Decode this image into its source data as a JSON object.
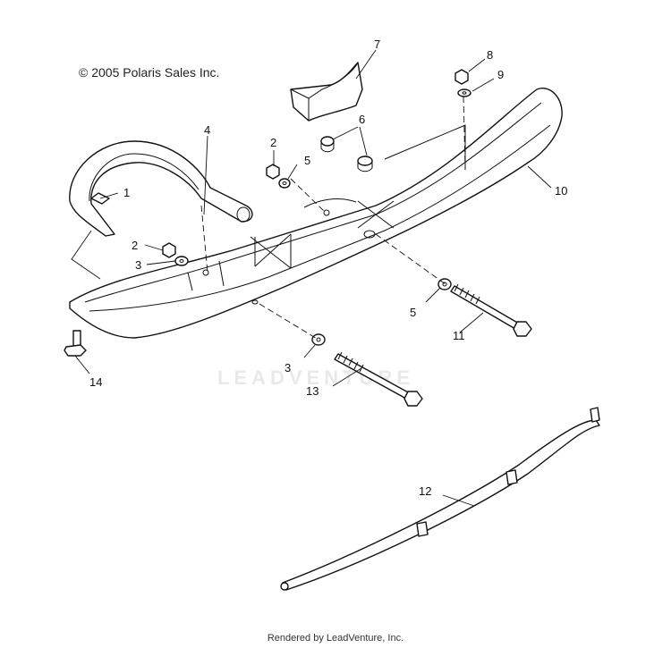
{
  "copyright": "© 2005 Polaris Sales Inc.",
  "watermark": "LEADVENTURE",
  "footer": "Rendered by LeadVenture, Inc.",
  "callouts": [
    {
      "id": "c1",
      "label": "1"
    },
    {
      "id": "c2a",
      "label": "2"
    },
    {
      "id": "c2b",
      "label": "2"
    },
    {
      "id": "c3a",
      "label": "3"
    },
    {
      "id": "c3b",
      "label": "3"
    },
    {
      "id": "c4",
      "label": "4"
    },
    {
      "id": "c5a",
      "label": "5"
    },
    {
      "id": "c5b",
      "label": "5"
    },
    {
      "id": "c6",
      "label": "6"
    },
    {
      "id": "c7",
      "label": "7"
    },
    {
      "id": "c8",
      "label": "8"
    },
    {
      "id": "c9",
      "label": "9"
    },
    {
      "id": "c10",
      "label": "10"
    },
    {
      "id": "c11",
      "label": "11"
    },
    {
      "id": "c12",
      "label": "12"
    },
    {
      "id": "c13",
      "label": "13"
    },
    {
      "id": "c14",
      "label": "14"
    }
  ]
}
